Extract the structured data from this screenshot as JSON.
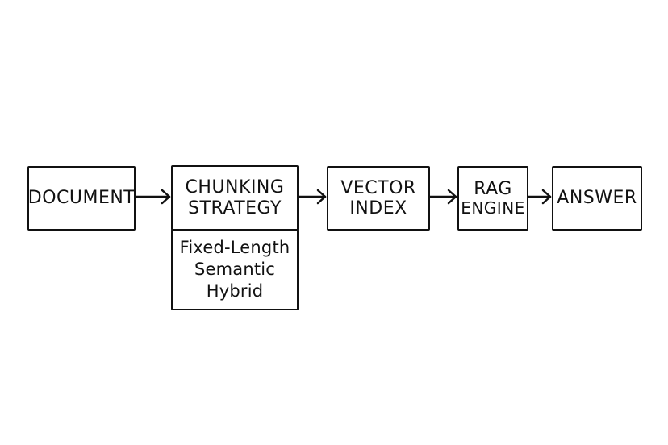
{
  "nodes": {
    "document": "DOCUMENT",
    "chunking_line1": "CHUNKING",
    "chunking_line2": "STRATEGY",
    "vector_line1": "VECTOR",
    "vector_line2": "INDEX",
    "rag_line1": "RAG",
    "rag_line2": "ENGINE",
    "answer": "ANSWER"
  },
  "chunking_methods": [
    "Fixed-Length",
    "Semantic",
    "Hybrid"
  ],
  "colors": {
    "stroke": "#111111",
    "background": "#ffffff"
  }
}
